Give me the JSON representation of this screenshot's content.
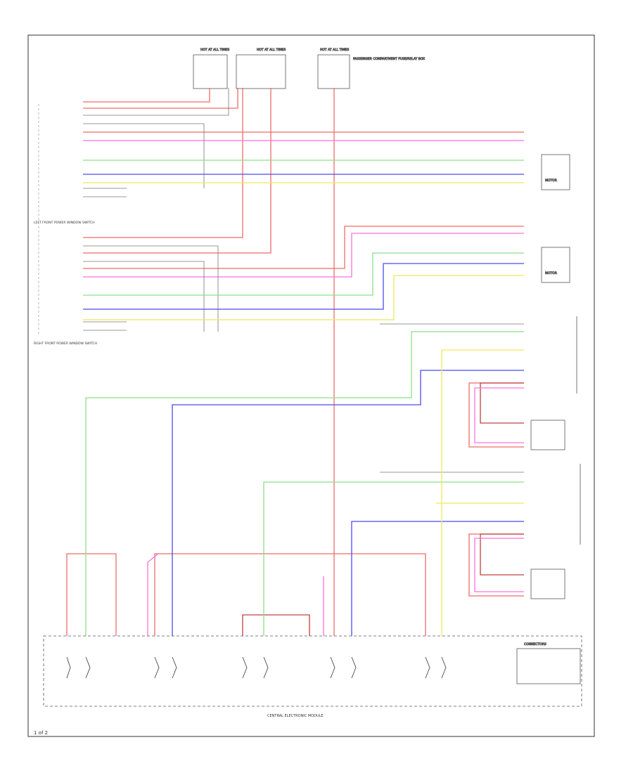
{
  "diagram": {
    "page_number": "1 of 2",
    "colors": {
      "red": "#f06a6a",
      "pink": "#ff6fe0",
      "green": "#8ae08a",
      "blue": "#4a4af0",
      "yellow": "#f0e85a",
      "darkred": "#c04040",
      "gray": "#555555"
    },
    "wires": [
      {
        "id": "w1",
        "color": "red"
      },
      {
        "id": "w2",
        "color": "pink"
      },
      {
        "id": "w3",
        "color": "green"
      },
      {
        "id": "w4",
        "color": "blue"
      },
      {
        "id": "w5",
        "color": "yellow"
      }
    ]
  }
}
